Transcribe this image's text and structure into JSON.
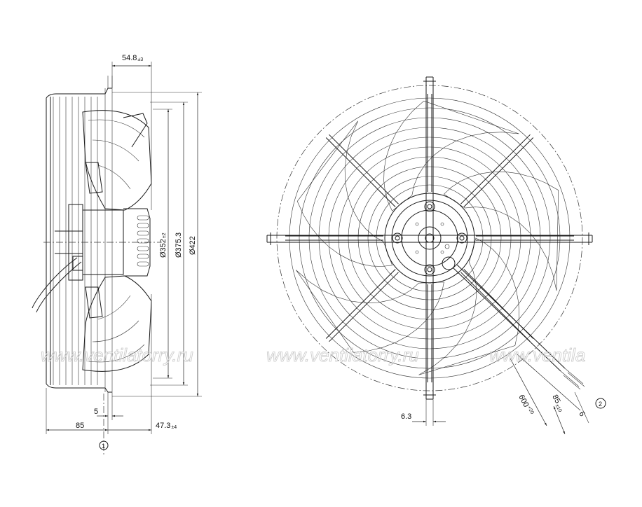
{
  "side_view": {
    "dim_top": "54.8",
    "dim_top_tol": "±3",
    "dia_inner": "Ø352",
    "dia_inner_tol": "±2",
    "dia_mid": "Ø375.3",
    "dia_outer": "Ø422",
    "dim_left": "85",
    "dim_small": "5",
    "dim_right": "47.3",
    "dim_right_tol": "±4",
    "callout": "1"
  },
  "front_view": {
    "dim_bottom": "6.3",
    "cable_length": "600",
    "cable_length_tol": "+20",
    "strip_length": "85",
    "strip_length_tol": "±10",
    "strip_end": "6",
    "callout": "2"
  },
  "watermark": [
    "www.ventilatorry.ru",
    "www.ventilatorry.ru",
    "www.ventila"
  ]
}
